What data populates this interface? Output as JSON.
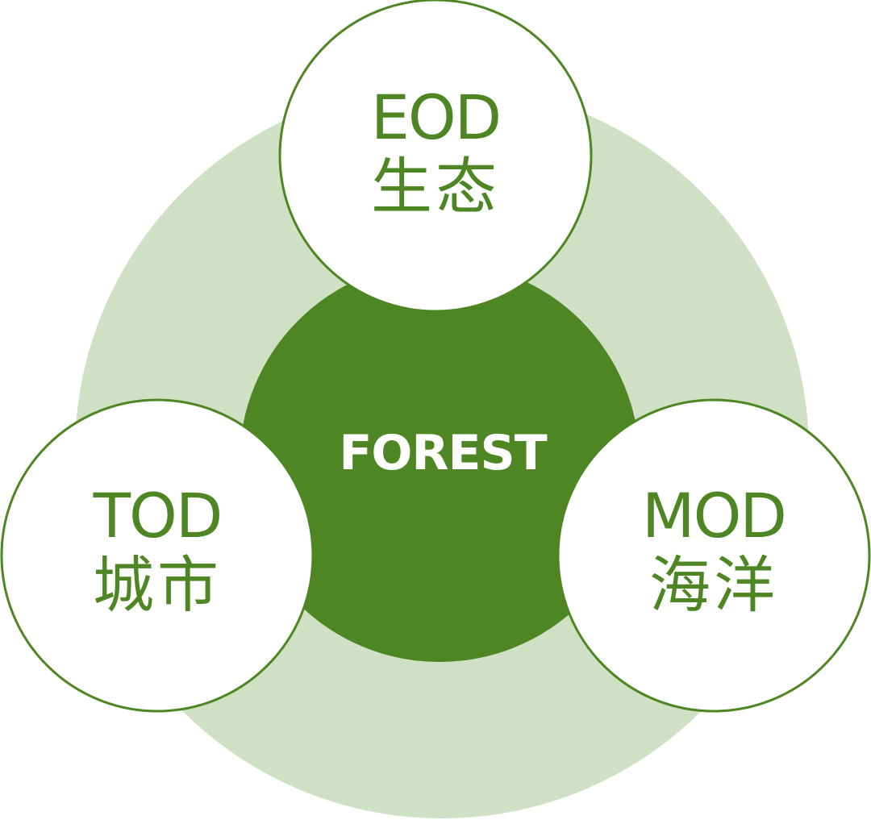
{
  "colors": {
    "background": "#ffffff",
    "outer_ring": "#cfe0c4",
    "core": "#4e8623",
    "node_fill": "#ffffff",
    "node_stroke": "#4e8623",
    "node_text": "#4e8623",
    "core_text": "#ffffff"
  },
  "center": {
    "label": "FOREST"
  },
  "nodes": {
    "eod": {
      "code": "EOD",
      "name": "生态"
    },
    "tod": {
      "code": "TOD",
      "name": "城市"
    },
    "mod": {
      "code": "MOD",
      "name": "海洋"
    }
  }
}
